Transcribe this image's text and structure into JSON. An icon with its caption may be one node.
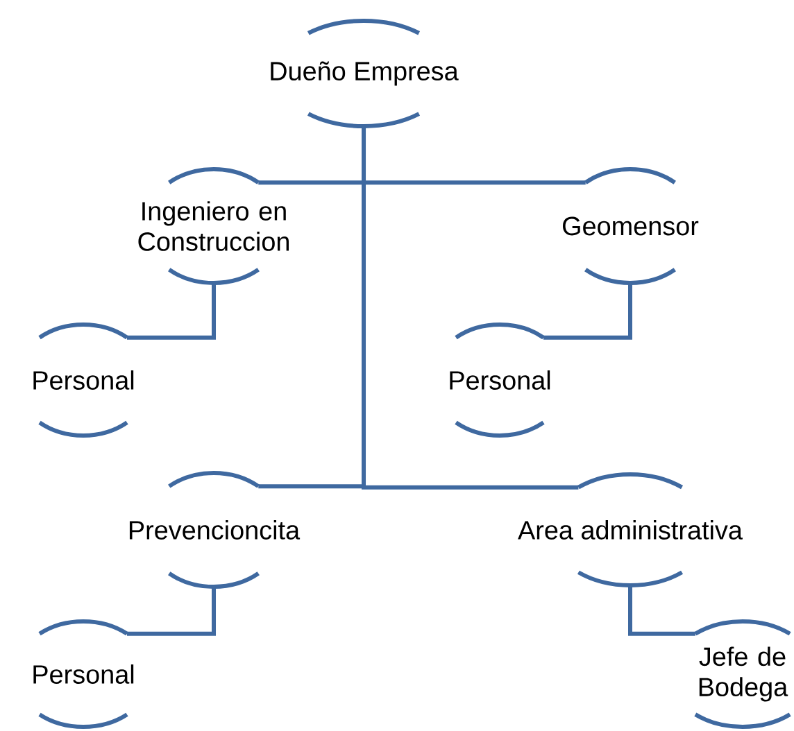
{
  "diagram": {
    "nodes": [
      {
        "text": [
          "Dueño Empresa"
        ]
      },
      {
        "text": [
          "Ingeniero en Construccion"
        ]
      },
      {
        "text": [
          "Geomensor"
        ]
      },
      {
        "text": [
          "Personal"
        ]
      },
      {
        "text": [
          "Personal"
        ]
      },
      {
        "text": [
          "Prevencioncita"
        ]
      },
      {
        "text": [
          "Area administrativa"
        ]
      },
      {
        "text": [
          "Personal"
        ]
      },
      {
        "text": [
          "Jefe de Bodega"
        ]
      }
    ],
    "edges": [
      {
        "from": 0,
        "to": 1,
        "arrow": "none"
      },
      {
        "from": 0,
        "to": 2,
        "arrow": "none"
      },
      {
        "from": 0,
        "to": 5,
        "arrow": "none"
      },
      {
        "from": 0,
        "to": 6,
        "arrow": "none"
      },
      {
        "from": 1,
        "to": 3,
        "arrow": "none"
      },
      {
        "from": 2,
        "to": 4,
        "arrow": "none"
      },
      {
        "from": 5,
        "to": 7,
        "arrow": "none"
      },
      {
        "from": 6,
        "to": 8,
        "arrow": "none"
      }
    ]
  }
}
